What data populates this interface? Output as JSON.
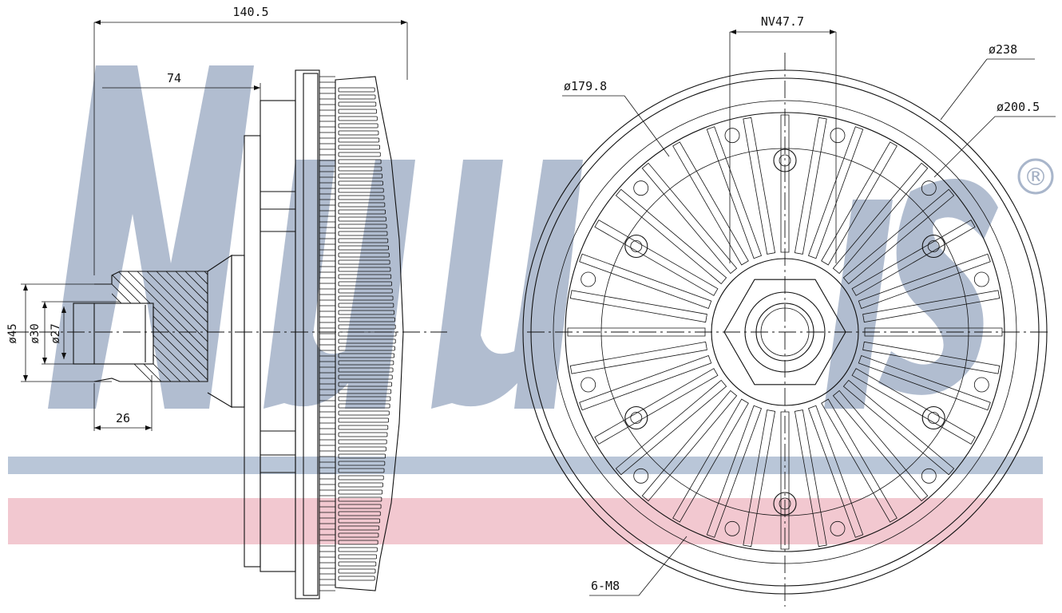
{
  "watermark": {
    "brand_color": "#a9b6cb",
    "stripe_blue": "#b9c6d8",
    "stripe_red": "#f2c8d0",
    "registered_mark": "®"
  },
  "side_view": {
    "dim_overall_length": "140.5",
    "dim_hub_length": "74",
    "dim_diameter_outer": "ø45",
    "dim_diameter_mid": "ø30",
    "dim_diameter_inner": "ø27",
    "dim_shaft_length": "26"
  },
  "front_view": {
    "dim_nut_size": "NV47.7",
    "dim_bolt_circle": "ø179.8",
    "dim_outer_diameter": "ø238",
    "dim_fin_diameter": "ø200.5",
    "dim_bolt_spec": "6-M8"
  }
}
